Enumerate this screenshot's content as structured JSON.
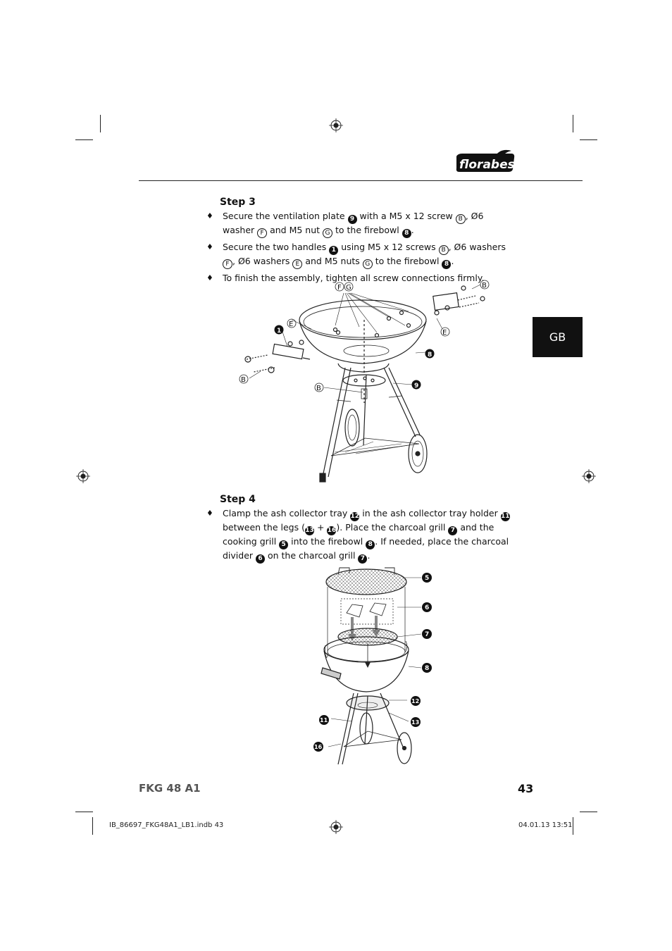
{
  "brand": {
    "logo_text": "florabest"
  },
  "language_tab": "GB",
  "step3": {
    "heading": "Step 3",
    "items": [
      {
        "t1": "Secure the ventilation plate ",
        "c1": "9",
        "t2": " with a M5 x 12 screw ",
        "o1": "B",
        "t3": ", Ø6 washer ",
        "o2": "F",
        "t4": " and M5 nut ",
        "o3": "G",
        "t5": " to the firebowl ",
        "c2": "8",
        "t6": "."
      },
      {
        "t1": "Secure the two handles ",
        "c1": "1",
        "t2": " using M5 x 12 screws ",
        "o1": "B",
        "t3": ", Ø6 washers ",
        "o2": "F",
        "t4": ", Ø6 washers ",
        "o3": "E",
        "t5": " and M5 nuts ",
        "o4": "G",
        "t6": " to the firebowl ",
        "c2": "8",
        "t7": "."
      },
      {
        "t1": "To finish the assembly, tighten all screw connections firmly."
      }
    ],
    "diagram_labels": {
      "F": "F",
      "G": "G",
      "B_top": "B",
      "E_left": "E",
      "one": "1",
      "E_right": "E",
      "eight": "8",
      "B_left": "B",
      "B_mid": "B",
      "nine": "9"
    }
  },
  "step4": {
    "heading": "Step 4",
    "item": {
      "t1": "Clamp the ash collector tray ",
      "c1": "12",
      "t2": " in the ash collector tray holder ",
      "c2": "11",
      "t3": " between the legs (",
      "c3": "13",
      "t4": " + ",
      "c4": "16",
      "t5": "). Place the charcoal grill ",
      "c5": "7",
      "t6": " and the cooking grill ",
      "c6": "5",
      "t7": " into the firebowl ",
      "c7": "8",
      "t8": ". If needed, place the charcoal divider ",
      "c8": "6",
      "t9": " on the charcoal grill ",
      "c9": "7",
      "t10": "."
    },
    "diagram_labels": {
      "five": "5",
      "six": "6",
      "seven": "7",
      "eight": "8",
      "twelve": "12",
      "eleven": "11",
      "thirteen": "13",
      "sixteen": "16"
    }
  },
  "footer": {
    "model": "FKG 48 A1",
    "page": "43"
  },
  "slug": {
    "file": "IB_86697_FKG48A1_LB1.indb   43",
    "date": "04.01.13   13:51"
  }
}
